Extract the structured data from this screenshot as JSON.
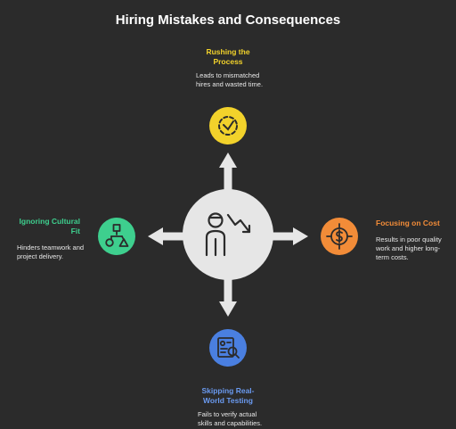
{
  "title": "Hiring Mistakes and Consequences",
  "colors": {
    "background": "#2b2b2b",
    "hub": "#e6e6e6",
    "arrow": "#e6e6e6",
    "rushing": "#f2d22b",
    "cost": "#f28c38",
    "testing": "#4a7fe0",
    "cultural": "#3ecf8e"
  },
  "nodes": {
    "rushing": {
      "title_line1": "Rushing the",
      "title_line2": "Process",
      "desc_line1": "Leads to mismatched",
      "desc_line2": "hires and wasted time.",
      "icon": "clock-dashed-icon"
    },
    "cost": {
      "title": "Focusing on Cost",
      "desc_line1": "Results in poor quality",
      "desc_line2": "work and higher long-",
      "desc_line3": "term costs.",
      "icon": "dollar-target-icon"
    },
    "testing": {
      "title_line1": "Skipping Real-",
      "title_line2": "World Testing",
      "desc_line1": "Fails to verify actual",
      "desc_line2": "skills and capabilities.",
      "icon": "document-search-icon"
    },
    "cultural": {
      "title_line1": "Ignoring Cultural",
      "title_line2": "Fit",
      "desc_line1": "Hinders teamwork and",
      "desc_line2": "project delivery.",
      "icon": "shapes-network-icon"
    }
  },
  "hub": {
    "icon": "person-declining-arrow-icon"
  }
}
